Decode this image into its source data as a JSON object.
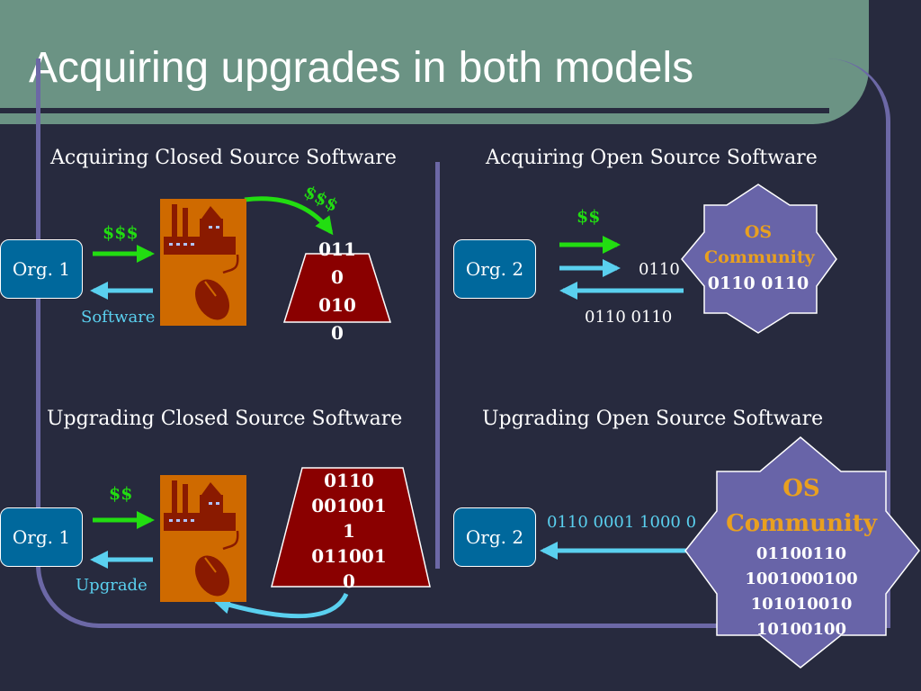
{
  "slide": {
    "title": "Acquiring upgrades in both models"
  },
  "quadrants": {
    "closed_acquire": {
      "heading": "Acquiring Closed Source Software",
      "org_label": "Org. 1",
      "payment": "$$$",
      "vendor_payment": "$$$",
      "return_label": "Software",
      "binary_lines": [
        "011",
        "0",
        "010",
        "0"
      ]
    },
    "open_acquire": {
      "heading": "Acquiring Open Source Software",
      "org_label": "Org. 2",
      "payment": "$$",
      "contribution": "0110",
      "return_label": "0110 0110",
      "community_title_1": "OS",
      "community_title_2": "Community",
      "community_binary": "0110 0110"
    },
    "closed_upgrade": {
      "heading": "Upgrading Closed Source Software",
      "org_label": "Org. 1",
      "payment": "$$",
      "return_label": "Upgrade",
      "binary_lines": [
        "0110",
        "001001",
        "1",
        "011001",
        "0"
      ]
    },
    "open_upgrade": {
      "heading": "Upgrading Open Source Software",
      "org_label": "Org. 2",
      "return_label": "0110 0001 1000 0",
      "community_title_1": "OS",
      "community_title_2": "Community",
      "community_binary": [
        "01100110",
        "1001000100",
        "101010010",
        "10100100"
      ]
    }
  },
  "colors": {
    "background": "#272a3e",
    "title_band": "#6b9384",
    "frame": "#6c68a6",
    "org_box": "#00689c",
    "payment_arrow": "#22dd11",
    "return_arrow": "#5ad0ef",
    "factory_bg": "#cf6a00",
    "vendor_box": "#8a0000",
    "community_star": "#6864a8",
    "community_title": "#e8a020"
  }
}
